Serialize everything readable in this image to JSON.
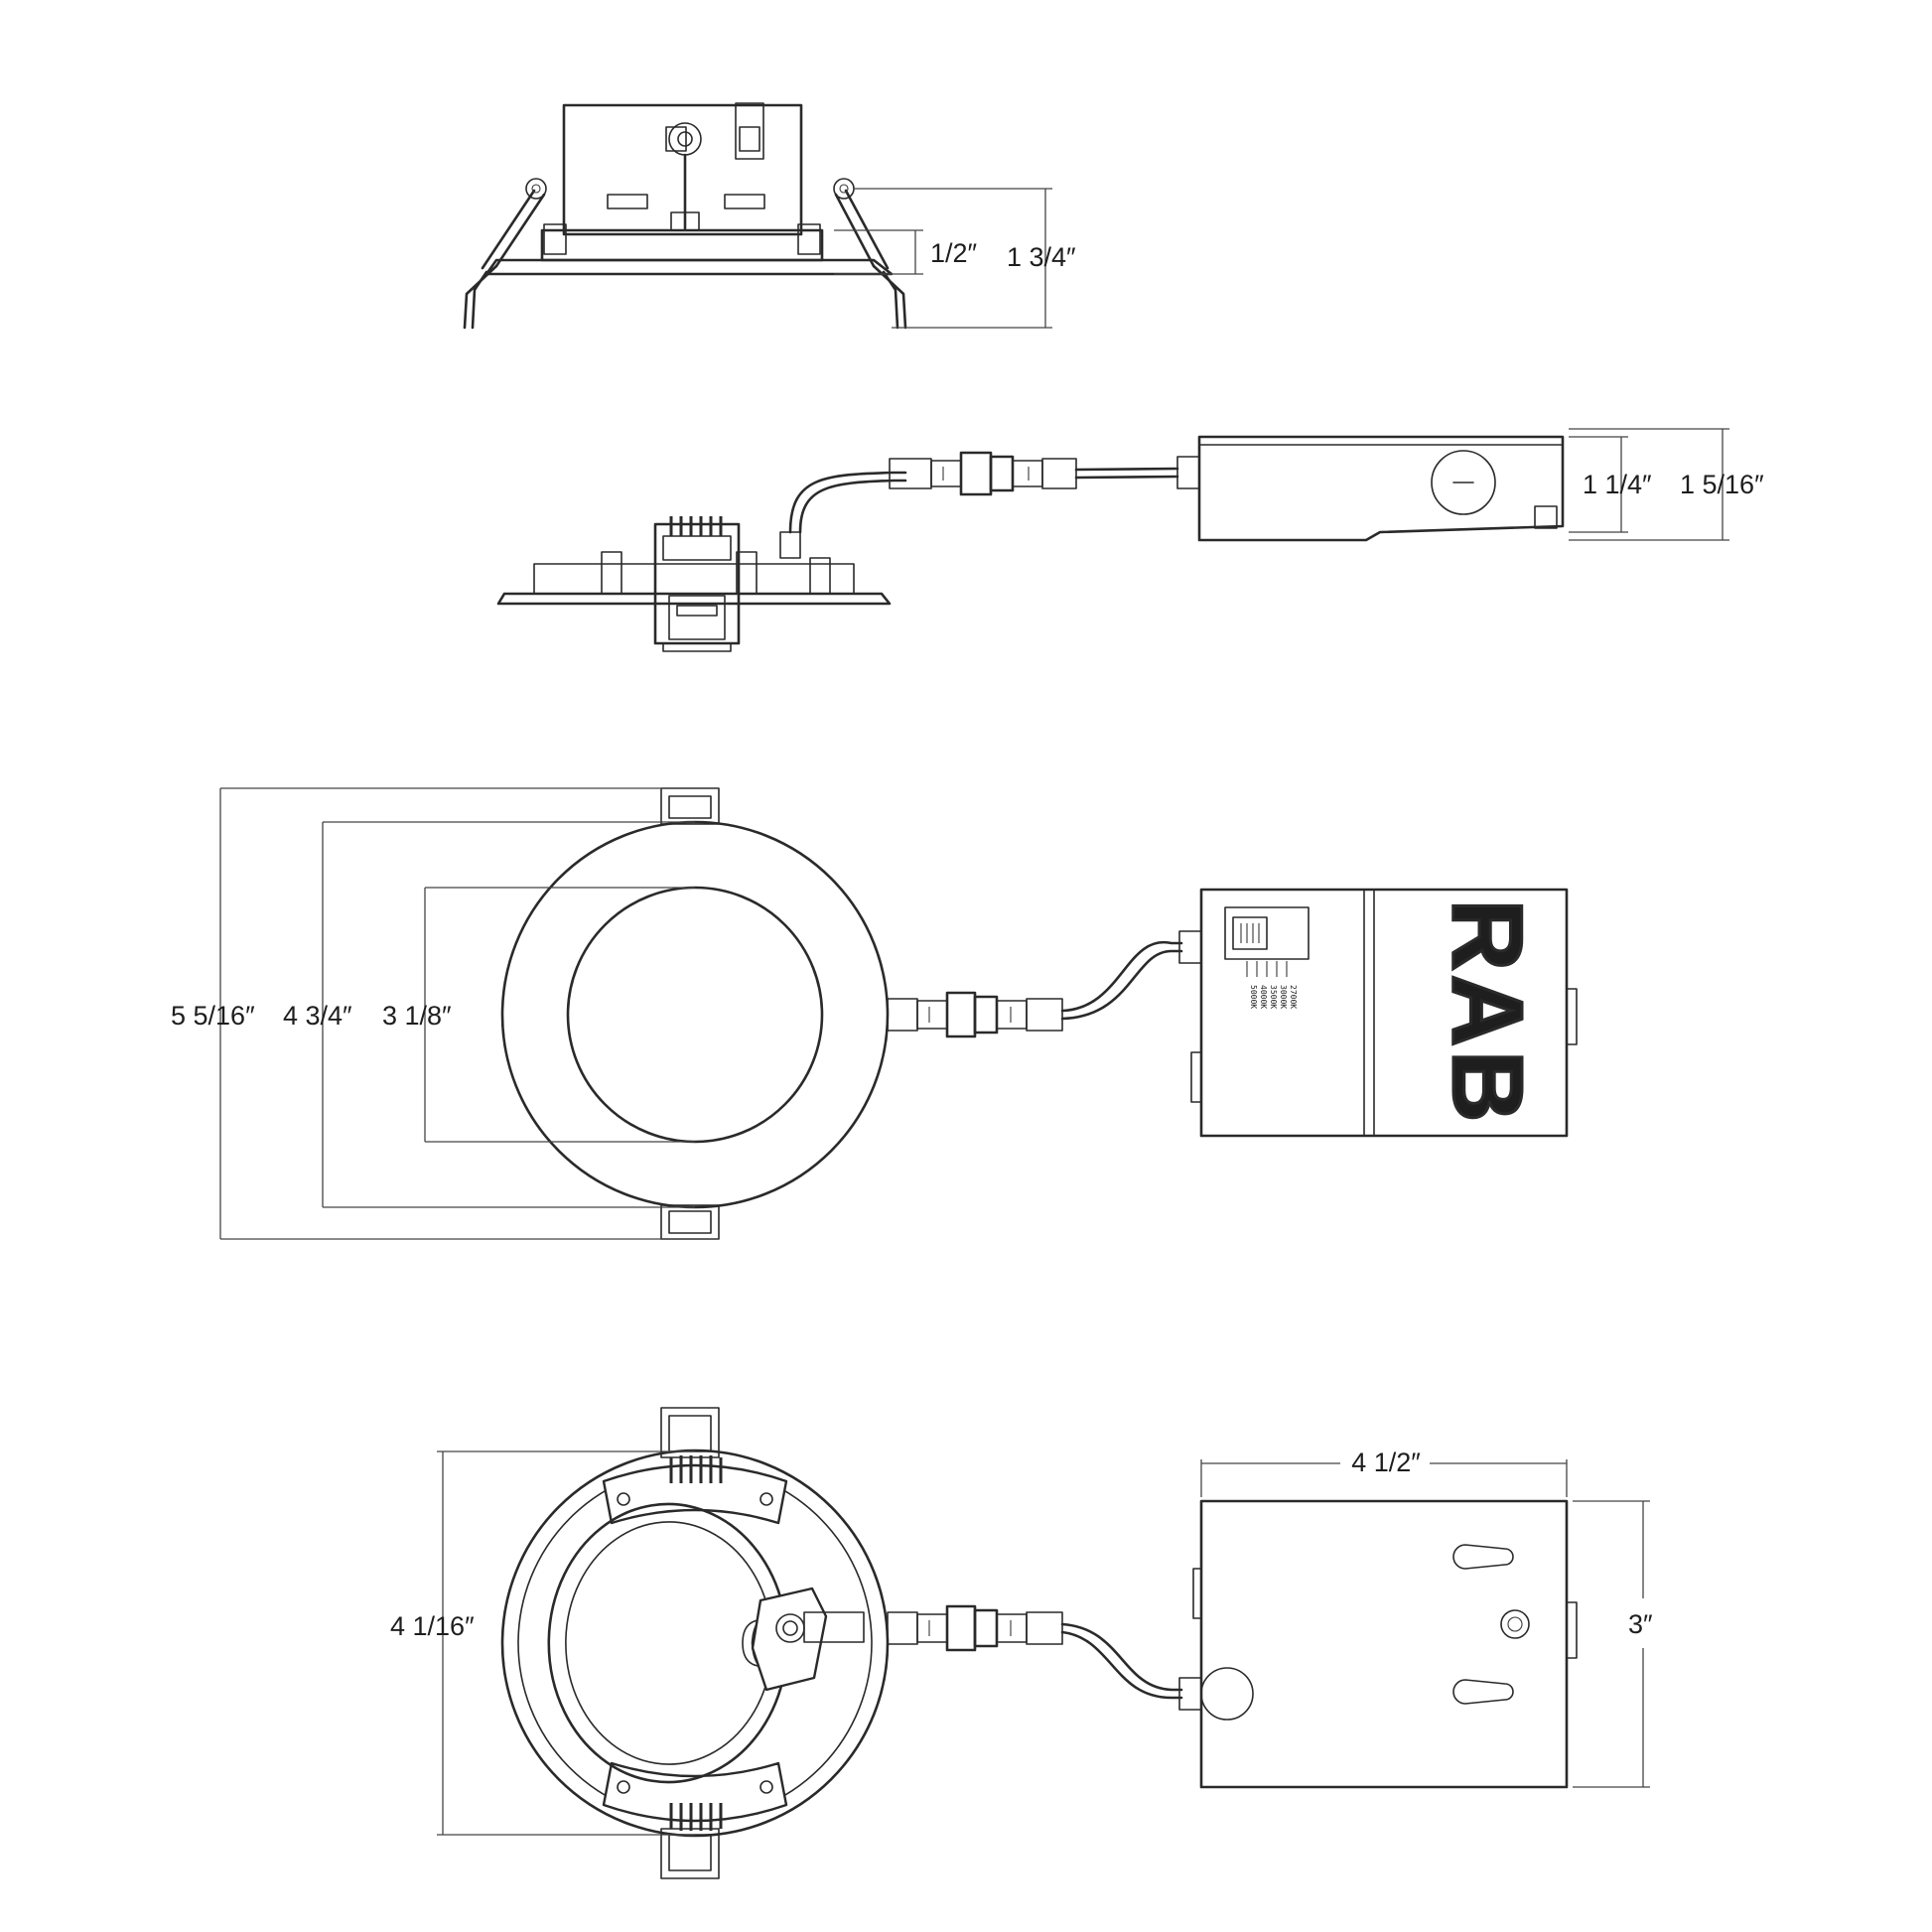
{
  "side_view": {
    "dim_flange_height": "1/2″",
    "dim_total_height": "1 3/4″"
  },
  "side_view_with_driver": {
    "dim_driver_height_inner": "1 1/4″",
    "dim_driver_height_outer": "1 5/16″"
  },
  "top_view": {
    "dim_overall": "5 5/16″",
    "dim_trim_diameter": "4 3/4″",
    "dim_aperture": "3 1/8″",
    "brand_logo": "RAB",
    "cct_options": [
      "5000K",
      "4000K",
      "3500K",
      "3000K",
      "2700K"
    ]
  },
  "bottom_view": {
    "dim_housing": "4 1/16″",
    "dim_box_length": "4 1/2″",
    "dim_box_width": "3″"
  }
}
